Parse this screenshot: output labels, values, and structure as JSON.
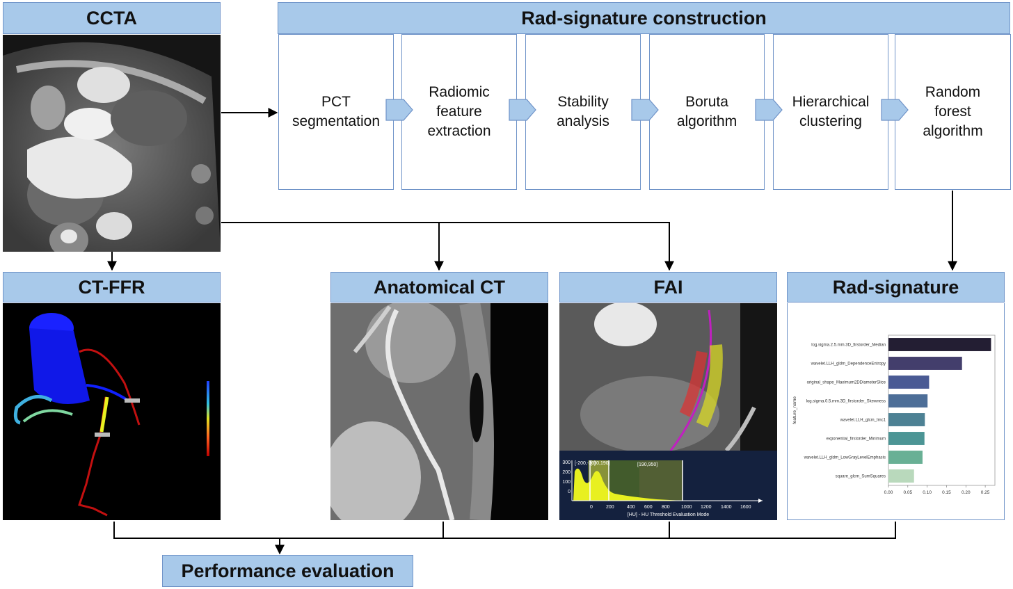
{
  "headers": {
    "ccta": "CCTA",
    "rad_construction": "Rad-signature construction",
    "ctffr": "CT-FFR",
    "anatomical": "Anatomical CT",
    "fai": "FAI",
    "rad_signature": "Rad-signature",
    "performance": "Performance evaluation"
  },
  "steps": [
    "PCT\nsegmentation",
    "Radiomic\nfeature\nextraction",
    "Stability\nanalysis",
    "Boruta\nalgorithm",
    "Hierarchical\nclustering",
    "Random\nforest\nalgorithm"
  ],
  "fai_histogram": {
    "range_labels": [
      "[-200,-30]",
      "[-30,190]",
      "[190,950]"
    ],
    "y_ticks": [
      "300",
      "200",
      "100",
      "0"
    ],
    "x_ticks": [
      "0",
      "200",
      "400",
      "600",
      "800",
      "1000",
      "1200",
      "1400",
      "1600"
    ],
    "caption": "[HU] - HU Threshold Evaluation Mode"
  },
  "colors": {
    "header_fill": "#a8c9ea",
    "border": "#6f93c8",
    "arrow_fill": "#a8c9ea"
  },
  "chart_data": {
    "type": "bar",
    "orientation": "horizontal",
    "categories": [
      "log.sigma.2.5.mm.3D_firstorder_Median",
      "wavelet.LLH_gldm_DependenceEntropy",
      "original_shape_Maximum2DDiameterSlice",
      "log.sigma.0.5.mm.3D_firstorder_Skewness",
      "wavelet.LLH_glcm_Imc1",
      "exponential_firstorder_Minimum",
      "wavelet.LLH_gldm_LowGrayLevelEmphasis",
      "square_glcm_SumSquares"
    ],
    "values": [
      0.265,
      0.19,
      0.105,
      0.101,
      0.094,
      0.093,
      0.088,
      0.066
    ],
    "bar_colors": [
      "#231e33",
      "#433e6c",
      "#4a5a94",
      "#4d6e98",
      "#4d8194",
      "#4c9595",
      "#69b095",
      "#b9d9bc"
    ],
    "ylabel": "feature_name",
    "xlim": [
      0,
      0.275
    ],
    "x_ticks": [
      "0.00",
      "0.05",
      "0.10",
      "0.15",
      "0.20",
      "0.25"
    ],
    "grid": false
  }
}
